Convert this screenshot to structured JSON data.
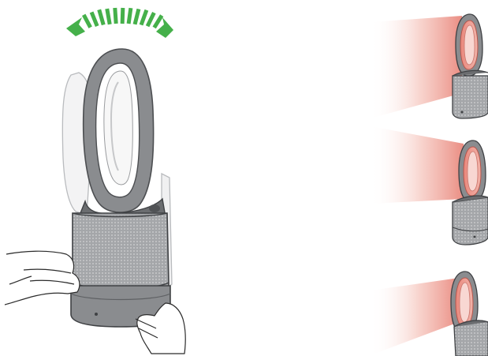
{
  "figure": {
    "panels": [
      {
        "id": "tilt-demo"
      },
      {
        "id": "airflow-up"
      },
      {
        "id": "airflow-level"
      },
      {
        "id": "airflow-down"
      }
    ]
  },
  "colors": {
    "arrow_green": "#45b04a",
    "body_gray": "#8a8c8f",
    "body_dark": "#5f6164",
    "loop_inner": "#bfc1c4",
    "heat_red": "#e9877c",
    "heat_tint": "#f6c8c0",
    "mesh_light": "#d2d3d5",
    "ghost_outline": "#9a9c9f",
    "skin_outline": "#2b2b2b"
  },
  "icons": [
    "swivel-arrows-icon",
    "heat-airflow-icon"
  ]
}
